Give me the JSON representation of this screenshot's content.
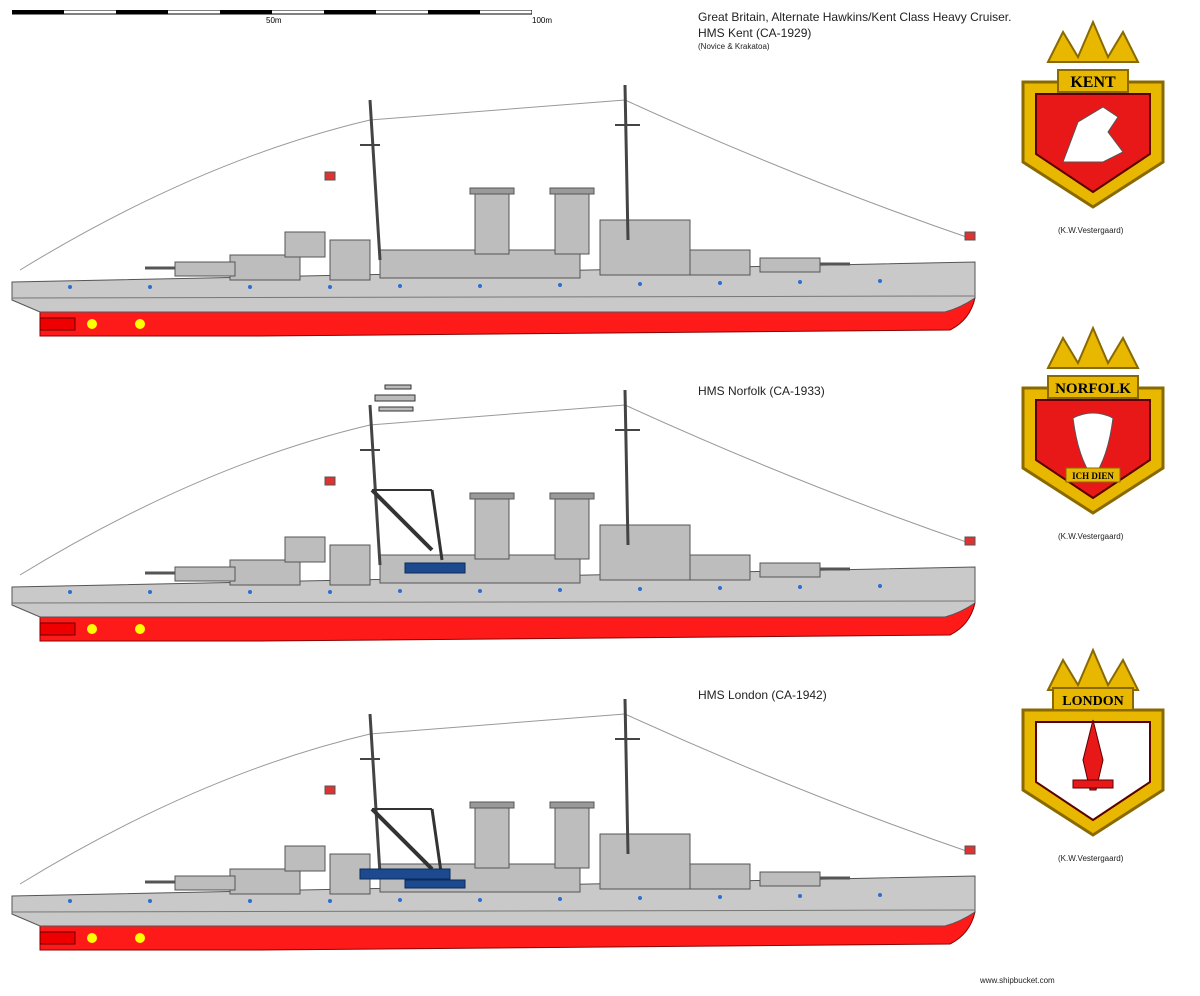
{
  "scale": {
    "label_50": "50m",
    "label_100": "100m"
  },
  "header": {
    "line1": "Great Britain, Alternate Hawkins/Kent Class Heavy Cruiser.",
    "line2": "HMS Kent (CA-1929)",
    "line3": "(Novice & Krakatoa)"
  },
  "ships": [
    {
      "title": "HMS Kent (CA-1929)"
    },
    {
      "title": "HMS Norfolk (CA-1933)"
    },
    {
      "title": "HMS London (CA-1942)"
    }
  ],
  "crests": [
    {
      "name": "KENT",
      "credit": "(K.W.Vestergaard)"
    },
    {
      "name": "NORFOLK",
      "motto": "ICH DIEN",
      "credit": "(K.W.Vestergaard)"
    },
    {
      "name": "LONDON",
      "credit": "(K.W.Vestergaard)"
    }
  ],
  "footer": {
    "watermark": "www.shipbucket.com"
  },
  "colors": {
    "hull_grey": "#c9c9c9",
    "waterline_red": "#ff1a1a",
    "gold": "#e8b800",
    "crest_red": "#e81818"
  }
}
